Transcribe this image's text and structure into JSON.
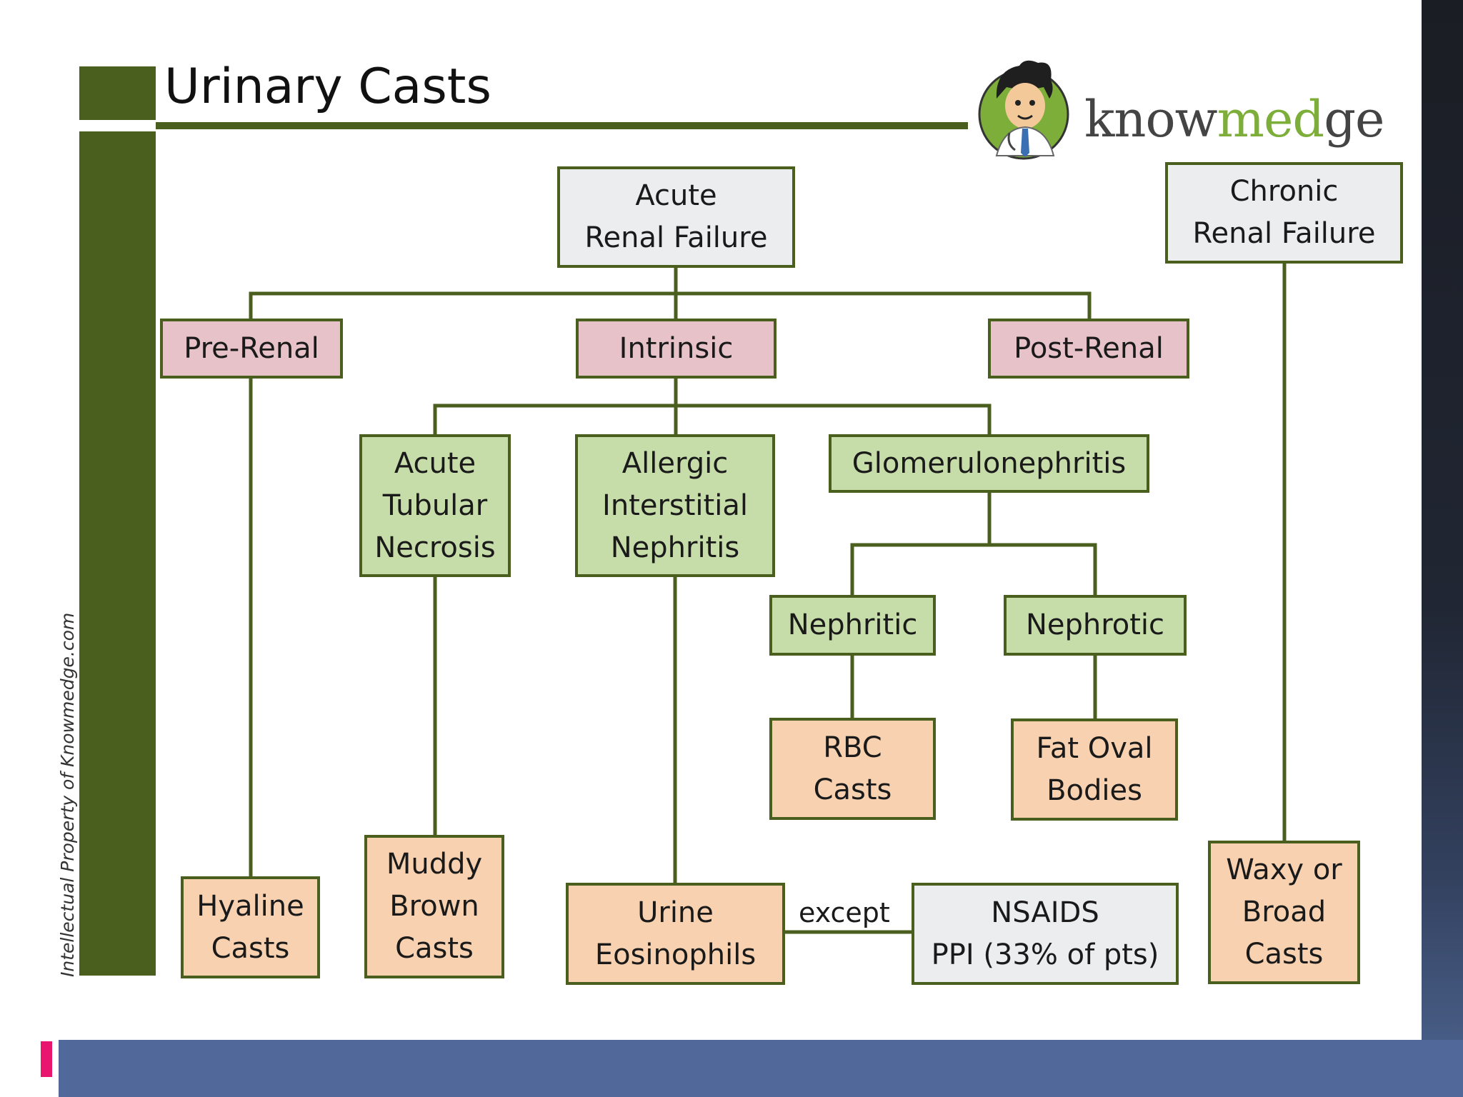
{
  "title": "Urinary Casts",
  "watermark": "Intellectual Property of Knowmedge.com",
  "logo": {
    "text_part1": "know",
    "text_part2": "med",
    "text_part3": "ge",
    "icon": "doctor-avatar-icon"
  },
  "colors": {
    "accent": "#4a5e1e",
    "gray_box": "#ecedef",
    "pink_box": "#e7c2c8",
    "green_box": "#c6dca9",
    "peach_box": "#f8d2b0",
    "bottom_bar": "#51689a",
    "marker": "#e8166e"
  },
  "nodes": {
    "arf": "Acute\nRenal Failure",
    "crf": "Chronic\nRenal Failure",
    "prerenal": "Pre-Renal",
    "intrinsic": "Intrinsic",
    "postrenal": "Post-Renal",
    "atn": "Acute\nTubular\nNecrosis",
    "ain": "Allergic\nInterstitial\nNephritis",
    "gn": "Glomerulonephritis",
    "nephritic": "Nephritic",
    "nephrotic": "Nephrotic",
    "rbc": "RBC\nCasts",
    "fat": "Fat Oval\nBodies",
    "hyaline": "Hyaline\nCasts",
    "muddy": "Muddy\nBrown\nCasts",
    "eos": "Urine\nEosinophils",
    "nsaids": "NSAIDS\nPPI (33% of pts)",
    "waxy": "Waxy or\nBroad\nCasts"
  },
  "edge_label": "except"
}
